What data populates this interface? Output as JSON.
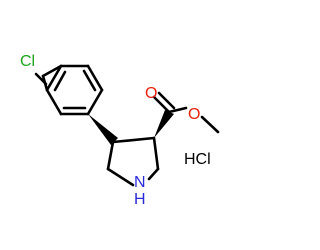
{
  "molecule": {
    "atoms": {
      "chlorine": "Cl",
      "oxygen_carbonyl": "O",
      "oxygen_ester": "O",
      "nitrogen": "N",
      "hydrogen_nh": "H",
      "salt": "HCl"
    },
    "colors": {
      "bond": "#000000",
      "chlorine": "#1fa51f",
      "oxygen": "#e8210f",
      "nitrogen": "#2a2ad8",
      "salt": "#000000"
    }
  }
}
